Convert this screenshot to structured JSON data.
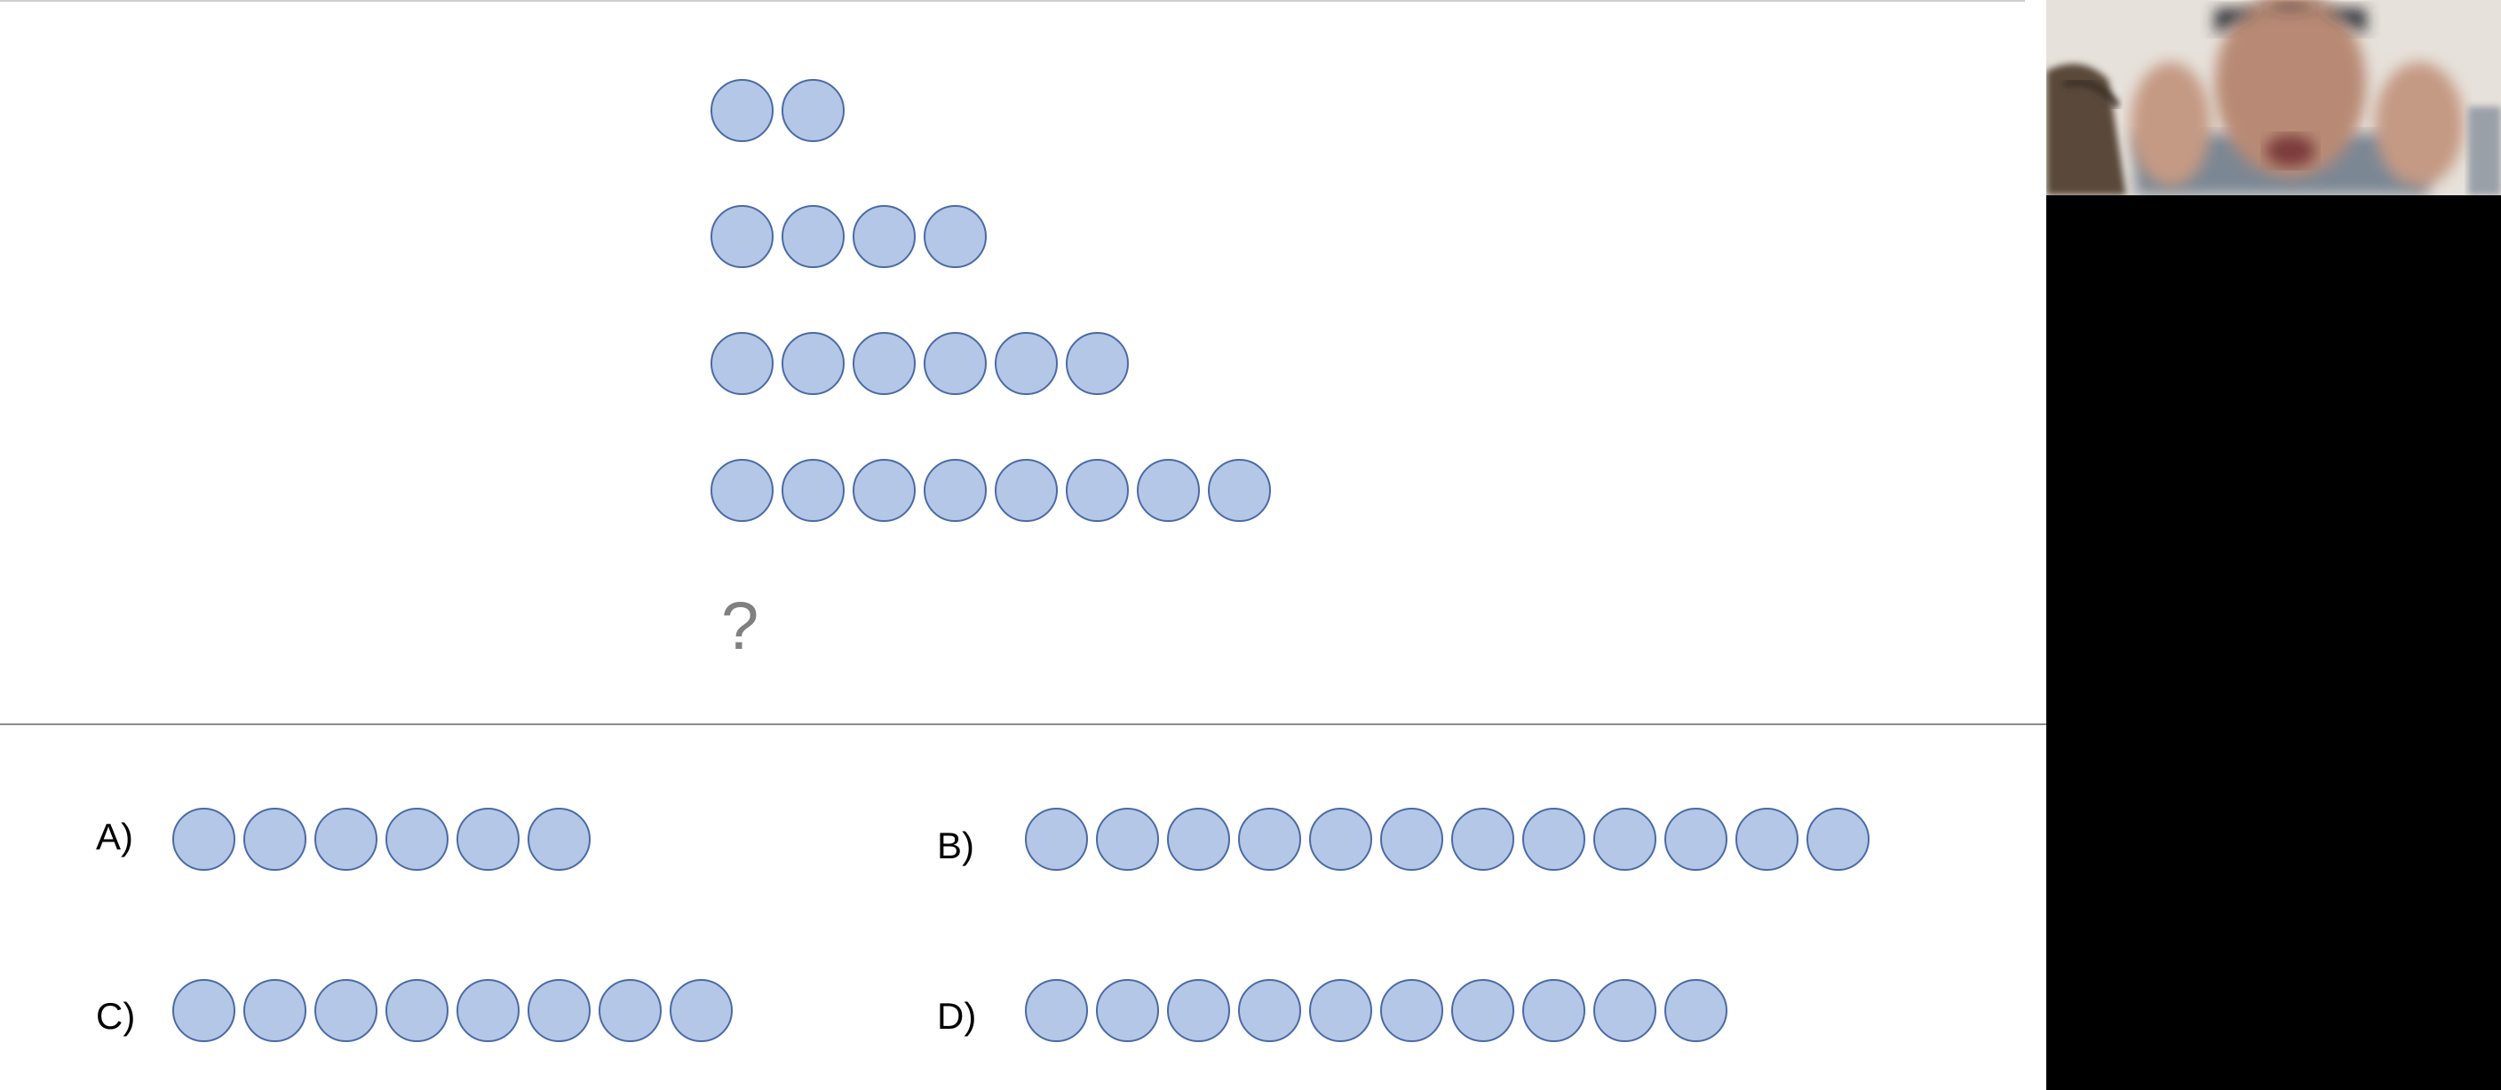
{
  "colors": {
    "circle_fill": "#b4c7e7",
    "circle_stroke": "#4a6aa5",
    "question_mark": "#808080",
    "camera_panel": "#000000"
  },
  "sequence": {
    "rows": [
      {
        "count": 2
      },
      {
        "count": 4
      },
      {
        "count": 6
      },
      {
        "count": 8
      }
    ],
    "missing": "?"
  },
  "options": [
    {
      "label": "A)",
      "count": 6
    },
    {
      "label": "B)",
      "count": 12
    },
    {
      "label": "C)",
      "count": 8
    },
    {
      "label": "D)",
      "count": 10
    }
  ],
  "video_call": {
    "participant_video": "webcam-feed"
  }
}
